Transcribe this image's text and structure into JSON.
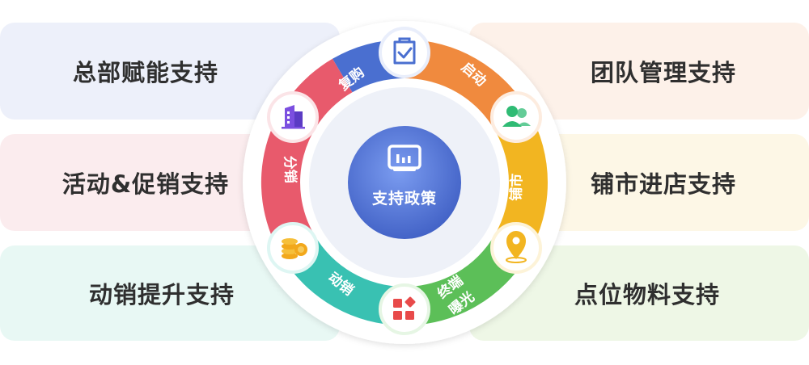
{
  "cards": {
    "top_left": "总部赋能支持",
    "mid_left": "活动&促销支持",
    "bottom_left": "动销提升支持",
    "top_right": "团队管理支持",
    "mid_right": "铺市进店支持",
    "bottom_right": "点位物料支持"
  },
  "ring": {
    "center_label": "支持政策",
    "segments": [
      {
        "label": "复购",
        "icon": "bag-check-icon",
        "color": "#4a6fd0"
      },
      {
        "label": "启动",
        "icon": "users-icon",
        "color": "#f08a3e"
      },
      {
        "label": "铺市",
        "icon": "location-pin-icon",
        "color": "#f2b521"
      },
      {
        "label": "终端曝光",
        "label_line1": "终端",
        "label_line2": "曝光",
        "icon": "apps-grid-icon",
        "color": "#5cbf58"
      },
      {
        "label": "动销",
        "icon": "coins-icon",
        "color": "#39c1b2"
      },
      {
        "label": "分销",
        "icon": "building-icon",
        "color": "#e85a6c"
      }
    ]
  }
}
